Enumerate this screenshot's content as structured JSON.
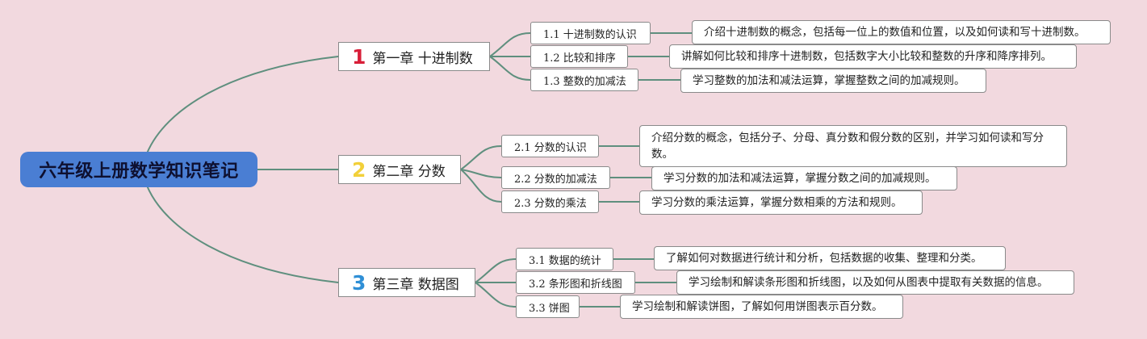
{
  "title": "六年级上册数学知识笔记",
  "colors": {
    "background": "#f2d9df",
    "root": "#4a7ed3",
    "connector": "#5f8f7e",
    "chapter1": "#d81e38",
    "chapter2": "#f2d03a",
    "chapter3": "#2f8fd6"
  },
  "chapters": [
    {
      "num": "1",
      "label": "第一章 十进制数",
      "sections": [
        {
          "label": "1.1 十进制数的认识",
          "desc": "介绍十进制数的概念，包括每一位上的数值和位置，以及如何读和写十进制数。"
        },
        {
          "label": "1.2 比较和排序",
          "desc": "讲解如何比较和排序十进制数，包括数字大小比较和整数的升序和降序排列。"
        },
        {
          "label": "1.3 整数的加减法",
          "desc": "学习整数的加法和减法运算，掌握整数之间的加减规则。"
        }
      ]
    },
    {
      "num": "2",
      "label": "第二章 分数",
      "sections": [
        {
          "label": "2.1 分数的认识",
          "desc": "介绍分数的概念，包括分子、分母、真分数和假分数的区别，并学习如何读和写分数。"
        },
        {
          "label": "2.2 分数的加减法",
          "desc": "学习分数的加法和减法运算，掌握分数之间的加减规则。"
        },
        {
          "label": "2.3 分数的乘法",
          "desc": "学习分数的乘法运算，掌握分数相乘的方法和规则。"
        }
      ]
    },
    {
      "num": "3",
      "label": "第三章 数据图",
      "sections": [
        {
          "label": "3.1 数据的统计",
          "desc": "了解如何对数据进行统计和分析，包括数据的收集、整理和分类。"
        },
        {
          "label": "3.2 条形图和折线图",
          "desc": "学习绘制和解读条形图和折线图，以及如何从图表中提取有关数据的信息。"
        },
        {
          "label": "3.3 饼图",
          "desc": "学习绘制和解读饼图，了解如何用饼图表示百分数。"
        }
      ]
    }
  ]
}
